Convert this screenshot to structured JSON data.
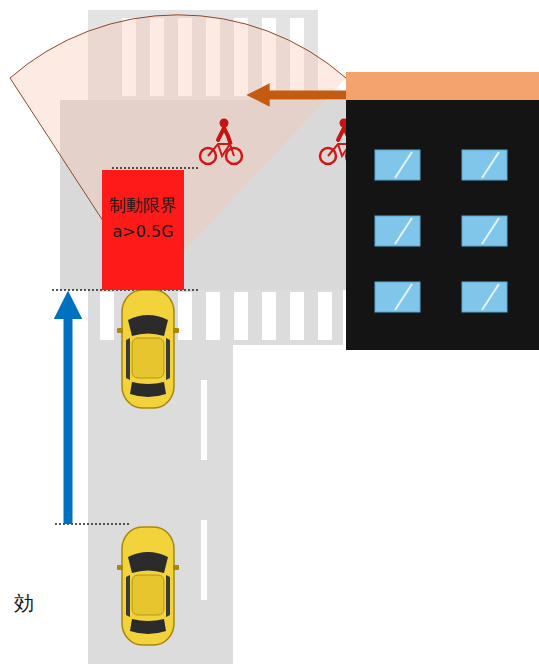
{
  "diagram": {
    "nodes": [
      {
        "text": [
          "制動限界",
          "a>0.5G"
        ]
      }
    ],
    "labels": [
      "効"
    ]
  }
}
